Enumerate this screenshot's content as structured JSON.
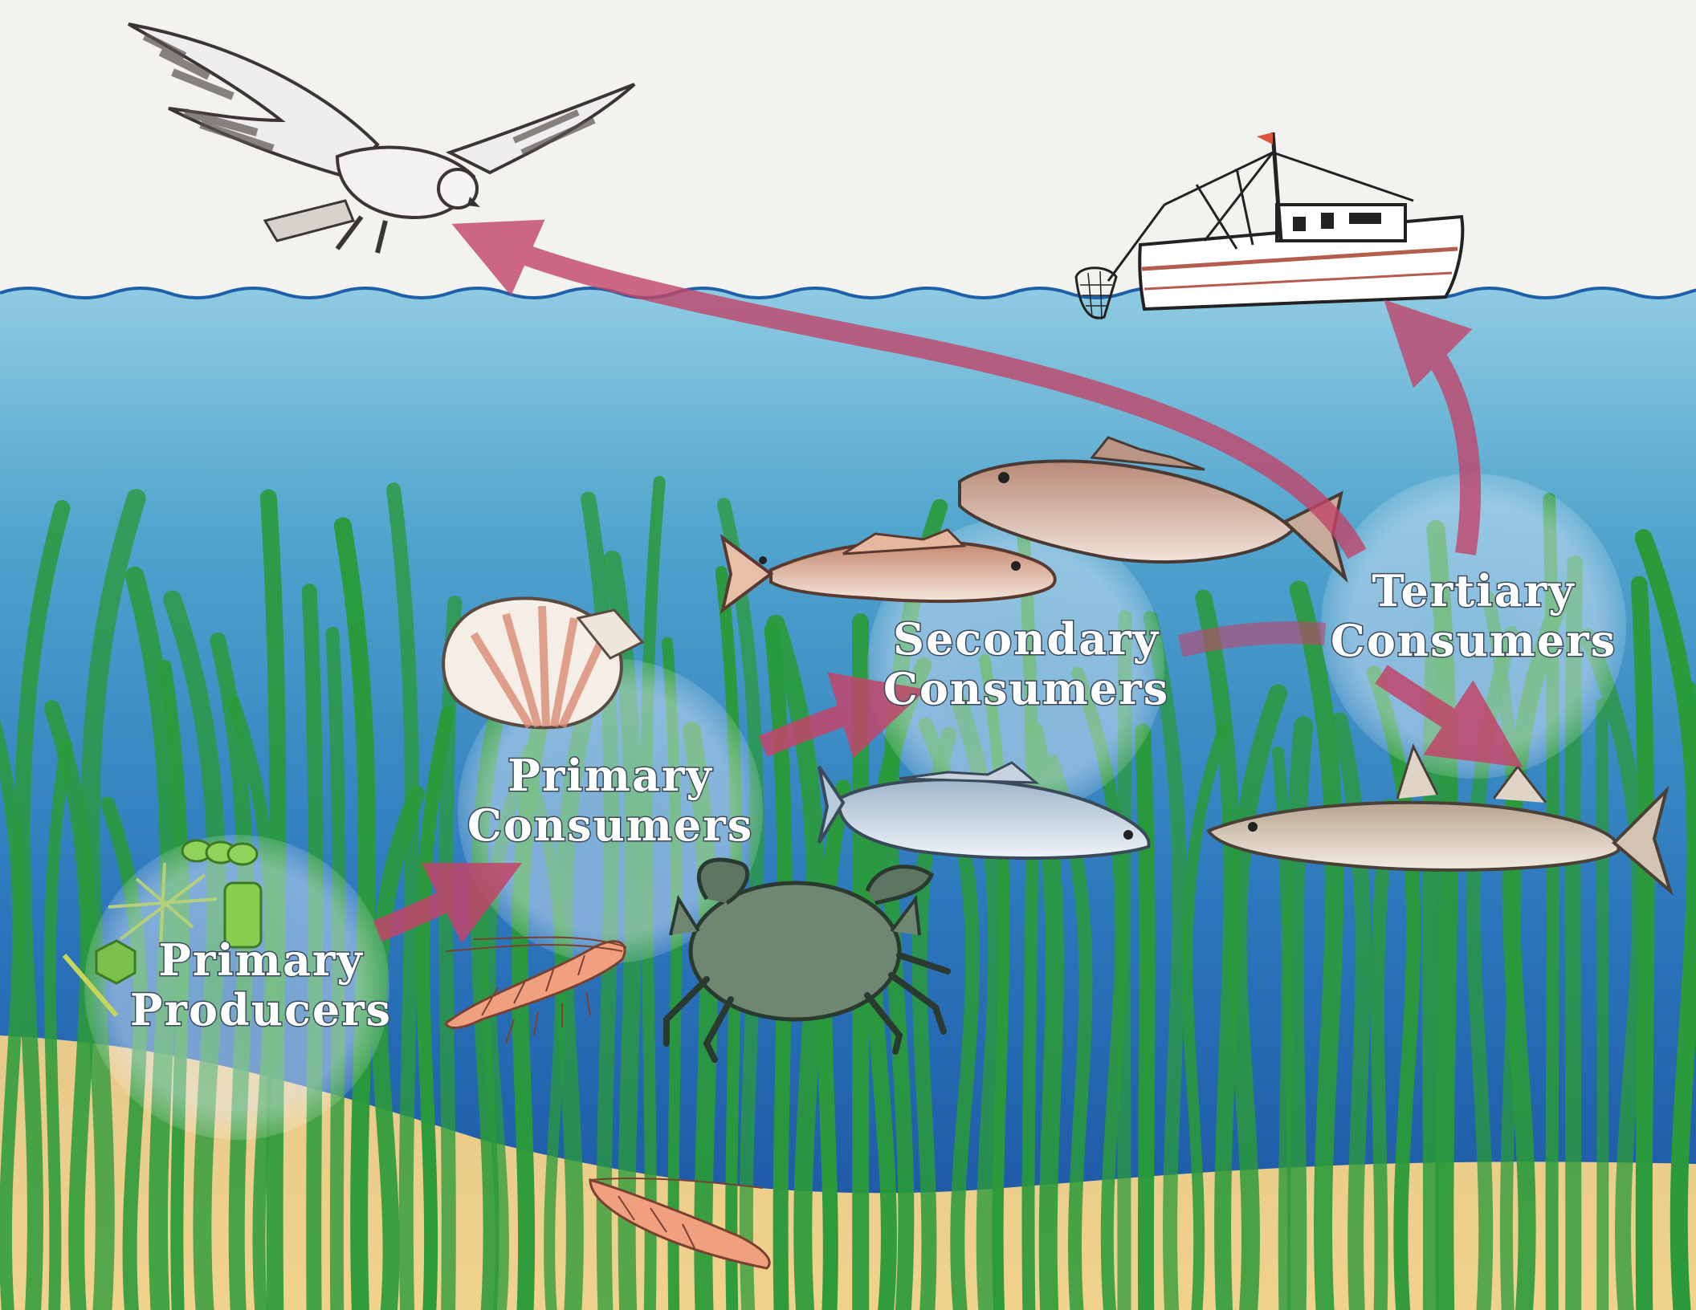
{
  "diagram": {
    "nodes": [
      {
        "id": "producers",
        "line1": "Primary",
        "line2": "Producers"
      },
      {
        "id": "primary",
        "line1": "Primary",
        "line2": "Consumers"
      },
      {
        "id": "secondary",
        "line1": "Secondary",
        "line2": "Consumers"
      },
      {
        "id": "tertiary",
        "line1": "Tertiary",
        "line2": "Consumers"
      }
    ],
    "edges": [
      {
        "from": "producers",
        "to": "primary"
      },
      {
        "from": "primary",
        "to": "secondary"
      },
      {
        "from": "secondary",
        "to": "tertiary"
      },
      {
        "from": "tertiary",
        "to": "osprey"
      },
      {
        "from": "tertiary",
        "to": "fishing-boat"
      },
      {
        "from": "tertiary",
        "to": "snook-fish"
      }
    ],
    "organisms": [
      "osprey",
      "fishing-boat",
      "scallop",
      "pink-shrimp",
      "blue-crab",
      "redfish",
      "grouper",
      "spotted-seatrout",
      "snook",
      "phytoplankton",
      "seagrass"
    ],
    "colors": {
      "sky": "#f2f2ef",
      "water_top": "#7fc3dd",
      "water_deep": "#1f5fae",
      "sand": "#e9c77f",
      "seagrass": "#2a9a3a",
      "arrow": "#c2456a",
      "bubble": "#dfe8f5"
    }
  }
}
